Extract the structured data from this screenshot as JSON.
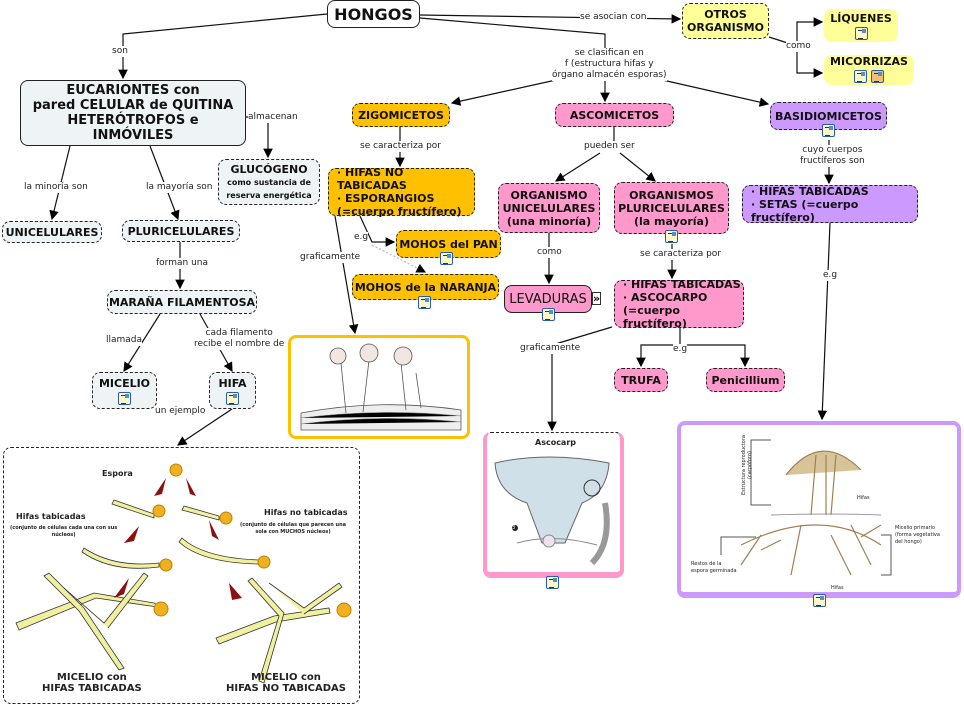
{
  "colors": {
    "yellow": "#ffff99",
    "orange": "#ffc000",
    "pink": "#ff99cc",
    "purple": "#cc99ff",
    "light": "#eef3f5"
  },
  "nodes": {
    "hongos": "HONGOS",
    "otros": [
      "OTROS",
      "ORGANISMO"
    ],
    "liquenes": "LÍQUENES",
    "micorrizas": "MICORRIZAS",
    "eucariontes": [
      "EUCARIONTES con",
      "pared CELULAR de QUITINA",
      "HETERÓTROFOS e",
      "INMÓVILES"
    ],
    "glucogeno": "GLUCÓGENO",
    "glucogeno_sub": [
      "como sustancia de",
      "reserva energética"
    ],
    "unicelulares": "UNICELULARES",
    "pluricelulares": "PLURICELULARES",
    "marana": "MARAÑA FILAMENTOSA",
    "micelio": "MICELIO",
    "hifa": "HIFA",
    "zigomicetos": "ZIGOMICETOS",
    "zigo_features": [
      "· HIFAS NO TABICADAS",
      "· ESPORANGIOS",
      "(=cuerpo fructífero)"
    ],
    "mohos_pan": "MOHOS del PAN",
    "mohos_naranja": "MOHOS de la NARANJA",
    "ascomicetos": "ASCOMICETOS",
    "asco_uni": [
      "ORGANISMO",
      "UNICELULARES",
      "(una minoría)"
    ],
    "asco_pluri": [
      "ORGANISMOS",
      "PLURICELULARES",
      "(la mayoría)"
    ],
    "levaduras": "LEVADURAS",
    "asco_features": [
      "· HIFAS TABICADAS",
      "· ASCOCARPO",
      "(=cuerpo fructífero)"
    ],
    "trufa": "TRUFA",
    "penicillium": "Penicillium",
    "basidiomicetos": "BASIDIOMICETOS",
    "basidio_features": [
      "· HIFAS TABICADAS",
      "· SETAS (=cuerpo fructífero)"
    ]
  },
  "links": {
    "son": "son",
    "se_asocian": "se asocian con",
    "como1": "como",
    "clasifican": [
      "se clasifican en",
      "f (estructura hifas y",
      "órgano almacén esporas)"
    ],
    "almacenan": "almacenan",
    "minoria": "la minoría son",
    "mayoria": "la mayoría son",
    "forman": "forman una",
    "llamada": "llamada",
    "cada": [
      "cada filamento",
      "recibe el nombre de"
    ],
    "ejemplo": "un ejemplo",
    "caracteriza1": "se caracteriza por",
    "eg1": "e.g",
    "graf1": "graficamente",
    "pueden": "pueden ser",
    "como2": "como",
    "caracteriza2": "se caracteriza por",
    "graf2": "graficamente",
    "eg2": "e.g",
    "cuyo": [
      "cuyo cuerpos",
      "fructíferos son"
    ],
    "eg3": "e.g"
  },
  "images": {
    "hifas": {
      "espora": "Espora",
      "tab": "Hifas tabicadas",
      "tab_sub": [
        "(conjunto de células cada una con sus",
        "núcleos)"
      ],
      "notab": "Hifas no tabicadas",
      "notab_sub": [
        "(conjunto de células que parecen una",
        "sola con MUCHOS núcleos)"
      ],
      "mic_tab": [
        "MICELIO con",
        "HIFAS TABICADAS"
      ],
      "mic_notab": [
        "MICELIO con",
        "HIFAS NO TABICADAS"
      ]
    },
    "ascocarp": {
      "title": "Ascocarp",
      "marker": "3"
    },
    "basidio": {
      "estructura": [
        "Estructura reproductora",
        "(carpóforo)"
      ],
      "hifas": "Hifas",
      "micelio": [
        "Micelio primario",
        "(forma vegetativa",
        "del hongo)"
      ],
      "restos": [
        "Restos de la",
        "espora germinada"
      ],
      "hifas2": "Hifas"
    }
  }
}
